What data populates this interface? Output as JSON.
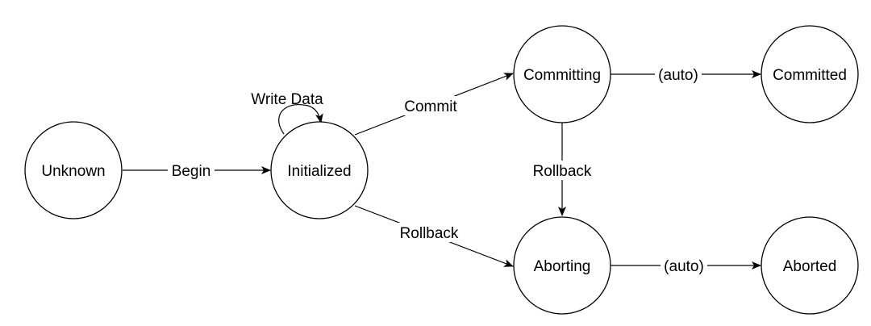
{
  "diagram": {
    "nodes": {
      "unknown": "Unknown",
      "initialized": "Initialized",
      "committing": "Committing",
      "committed": "Committed",
      "aborting": "Aborting",
      "aborted": "Aborted"
    },
    "edges": {
      "begin": "Begin",
      "write_data": "Write Data",
      "commit": "Commit",
      "rollback_from_initialized": "Rollback",
      "rollback_from_committing": "Rollback",
      "auto_commit": "(auto)",
      "auto_abort": "(auto)"
    },
    "colors": {
      "stroke": "#000000",
      "fill": "#ffffff",
      "text": "#000000"
    }
  }
}
